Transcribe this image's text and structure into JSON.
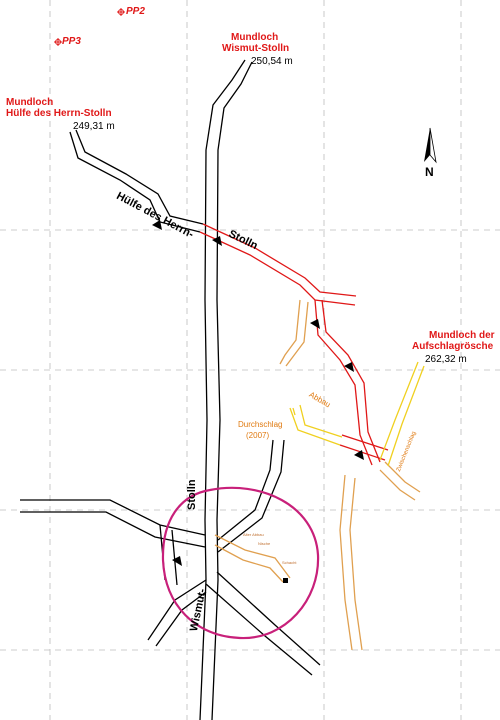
{
  "points": {
    "pp2": "PP2",
    "pp3": "PP3"
  },
  "mouths": {
    "wismut_title": "Mundloch Wismut-Stolln",
    "wismut_line1": "Mundloch",
    "wismut_line2": "Wismut-Stolln",
    "wismut_elev": "250,54 m",
    "huelfe_line1": "Mundloch",
    "huelfe_line2": "Hülfe des Herrn-Stolln",
    "huelfe_elev": "249,31 m",
    "aufschlag_line1": "Mundloch der",
    "aufschlag_line2": "Aufschlagrösche",
    "aufschlag_elev": "262,32 m"
  },
  "tunnels": {
    "huelfe_name": "Hülfe des Herrn-",
    "huelfe_stolln": "Stolln",
    "wismut_stolln": "Stolln",
    "wismut_name": "Wismut-"
  },
  "annotations": {
    "durchschlag": "Durchschlag",
    "durchschlag_year": "(2007)",
    "abbau": "Abbau",
    "zwischenschlag": "Zwischenschlag",
    "alter_abbau": "Alter Abbau",
    "nische": "Nische",
    "schacht": "Schacht"
  },
  "compass": {
    "north_label": "N"
  },
  "colors": {
    "red": "#e01818",
    "orange": "#e07a10",
    "yellow": "#f0d020",
    "magenta": "#c8207a",
    "grid": "#bcbcbc"
  }
}
